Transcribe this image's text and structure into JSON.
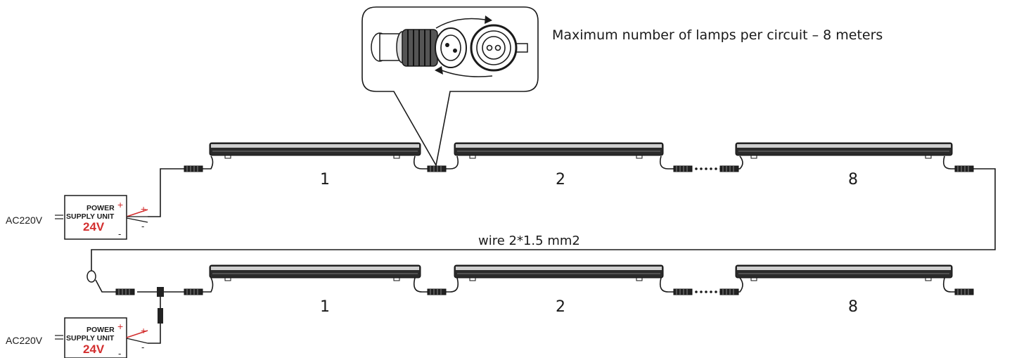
{
  "header": {
    "title": "Maximum number of lamps per circuit – 8 meters"
  },
  "wire_label": "wire 2*1.5 mm2",
  "power_supply": {
    "input_label": "AC220V",
    "line1": "POWER",
    "line2": "SUPPLY UNIT",
    "voltage": "24V",
    "plus": "+",
    "minus": "-"
  },
  "top_row": {
    "lamps": [
      {
        "label": "1"
      },
      {
        "label": "2"
      },
      {
        "label": "8"
      }
    ]
  },
  "bottom_row": {
    "lamps": [
      {
        "label": "1"
      },
      {
        "label": "2"
      },
      {
        "label": "8"
      }
    ]
  },
  "colors": {
    "line": "#1a1a1a",
    "accent": "#d32f2f"
  },
  "icons": [
    "connector-detail-icon",
    "plug-icon",
    "socket-icon",
    "rotate-arrow-icon"
  ]
}
